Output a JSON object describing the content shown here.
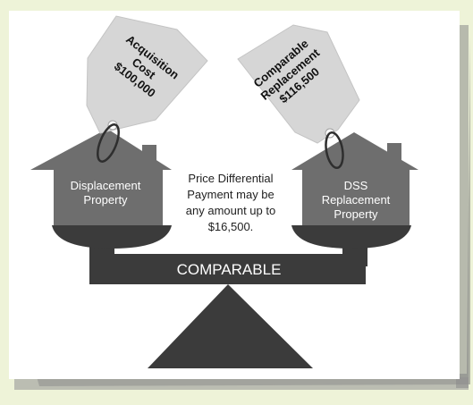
{
  "tags": {
    "left": {
      "line1": "Acquisition",
      "line2": "Cost",
      "line3": "$100,000"
    },
    "right": {
      "line1": "Comparable",
      "line2": "Replacement",
      "line3": "$116,500"
    }
  },
  "houses": {
    "left": {
      "line1": "Displacement",
      "line2": "Property"
    },
    "right": {
      "line1": "DSS",
      "line2": "Replacement",
      "line3": "Property"
    }
  },
  "center_text": {
    "line1": "Price Differential",
    "line2": "Payment may be",
    "line3": "any amount up to",
    "line4": "$16,500."
  },
  "beam_label": "COMPARABLE",
  "colors": {
    "house": "#6e6e6e",
    "bowl": "#3f3f3f",
    "tag": "#d8d8d8",
    "paper": "#ffffff",
    "page_bg": "#eef3d8",
    "shadow": "#8f8f8f"
  }
}
